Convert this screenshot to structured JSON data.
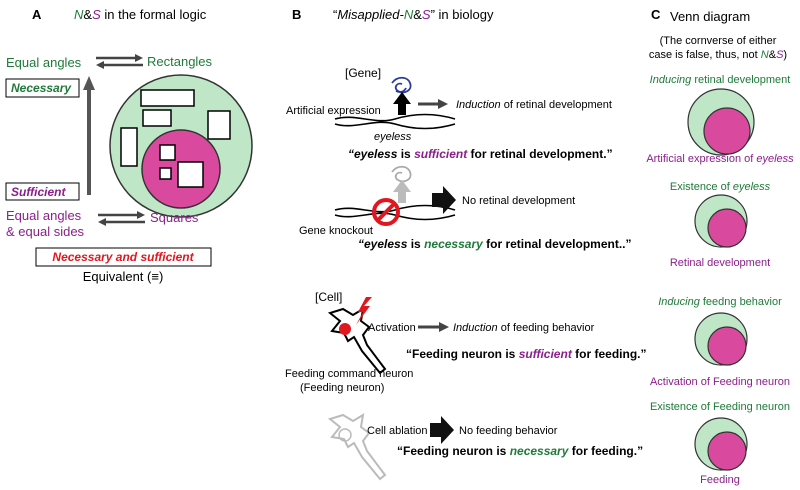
{
  "colors": {
    "green": "#1f7a3a",
    "purple": "#8b1f8b",
    "red": "#e0171f",
    "light_green": "#bfe6c6",
    "pink": "#d94a9e",
    "gray": "#9a9a9a"
  },
  "panel_a": {
    "letter": "A",
    "title_n": "N",
    "title_amp": "&",
    "title_s": "S",
    "title_rest": " in the formal logic",
    "equal_angles": "Equal angles",
    "rectangles": "Rectangles",
    "necessary": "Necessary",
    "sufficient": "Sufficient",
    "equal_angles_sides_1": "Equal angles",
    "equal_angles_sides_2": "& equal sides",
    "squares": "Squares",
    "nec_and_suff": "Necessary and sufficient",
    "equivalent": "Equivalent (≡)"
  },
  "panel_b": {
    "letter": "B",
    "title_q1": "“",
    "title_mis": "Misapplied-",
    "title_n": "N",
    "title_amp": "&",
    "title_s": "S",
    "title_q2": "”",
    "title_rest": " in biology",
    "gene_header": "[Gene]",
    "artificial_expression": "Artificial expression",
    "induction_ital": "Induction",
    "induction_rest": " of retinal development",
    "eyeless": "eyeless",
    "quote1_a": "“eyeless",
    "quote1_b": " is ",
    "quote1_c": "sufficient",
    "quote1_d": " for retinal development.”",
    "no_retinal": "No retinal development",
    "gene_knockout": "Gene knockout",
    "quote2_a": "“eyeless",
    "quote2_b": " is ",
    "quote2_c": "necessary",
    "quote2_d": " for retinal development..”",
    "cell_header": "[Cell]",
    "activation": "Activation",
    "induction2_ital": "Induction",
    "induction2_rest": " of feeding behavior",
    "quote3_a": "“Feeding neuron is ",
    "quote3_b": "sufficient",
    "quote3_c": " for feeding.”",
    "feeding_cmd_1": "Feeding command neuron",
    "feeding_cmd_2": "(Feeding neuron)",
    "cell_ablation": "Cell ablation",
    "no_feeding": "No feeding behavior",
    "quote4_a": "“Feeding neuron is ",
    "quote4_b": "necessary",
    "quote4_c": " for feeding.”"
  },
  "panel_c": {
    "letter": "C",
    "title": "Venn diagram",
    "note_1": "(The cornverse of either",
    "note_2a": "case is false, thus, not ",
    "note_2n": "N",
    "note_2amp": "&",
    "note_2s": "S",
    "note_2end": ")",
    "v1_top_ital": "Inducing",
    "v1_top_rest": " retinal development",
    "v1_bottom_a": "Artificial expression of ",
    "v1_bottom_b": "eyeless",
    "v2_top_a": "Existence of ",
    "v2_top_b": "eyeless",
    "v2_bottom": "Retinal development",
    "v3_top_ital": "Inducing",
    "v3_top_rest": " feedng behavior",
    "v3_bottom": "Activation of Feeding neuron",
    "v4_top": "Existence of Feeding neuron",
    "v4_bottom": "Feeding"
  }
}
